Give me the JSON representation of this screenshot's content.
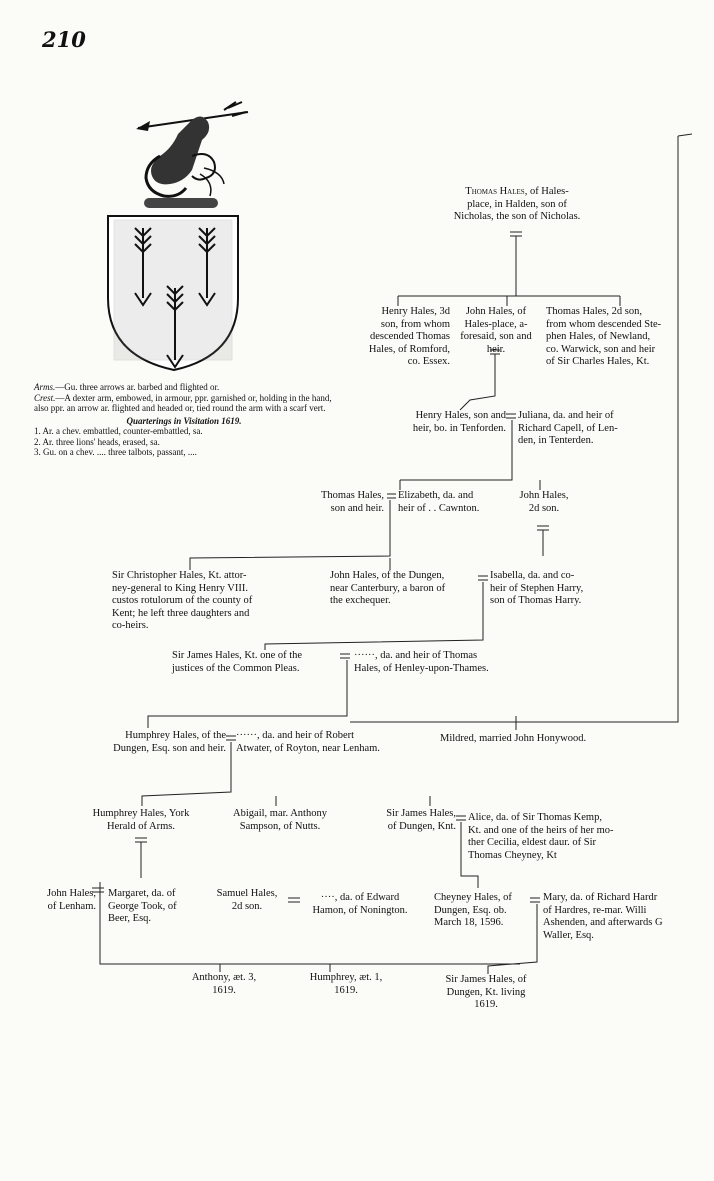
{
  "page": {
    "number": "210"
  },
  "heraldry": {
    "arms_label": "Arms.",
    "arms_text": "—Gu. three arrows ar. barbed and flighted or.",
    "crest_label": "Crest.",
    "crest_text": "—A dexter arm, embowed, in armour, ppr. garnished or, holding in the hand, also ppr. an arrow ar. flighted and headed or, tied round the arm with a scarf vert.",
    "quarterings_title": "Quarterings in Visitation 1619.",
    "quarterings": [
      "1. Ar. a chev. embattled, counter-embattled, sa.",
      "2. Ar. three lions' heads, erased, sa.",
      "3. Gu. on a chev. .... three talbots, passant, ...."
    ]
  },
  "pedigree": {
    "thomas_hales_name": "Thomas Hales",
    "thomas_hales_text": ", of Hales-\nplace, in Halden, son of\nNicholas, the son of Nicholas.",
    "henry_hales_3d": "Henry Hales, 3d\nson, from whom\ndescended Thomas\nHales, of Romford,\nco. Essex.",
    "john_hales_halesplace": "John Hales, of\nHales-place, a-\nforesaid, son and\nheir.",
    "thomas_hales_2d": "Thomas Hales, 2d son,\nfrom whom descended Ste-\nphen Hales, of Newland,\nco. Warwick, son and heir\nof Sir Charles Hales, Kt.",
    "henry_hales_tenforden": "Henry Hales, son and\nheir, bo. in Tenforden.",
    "juliana": "Juliana, da. and heir of\nRichard Capell, of Len-\nden, in Tenterden.",
    "thomas_hales_son": "Thomas Hales,\nson and heir.",
    "elizabeth": "Elizabeth, da. and\nheir of . . Cawnton.",
    "john_hales_2d": "John Hales,\n2d son.",
    "sir_christopher": "Sir Christopher Hales, Kt. attor-\nney-general to King Henry VIII.\ncustos rotulorum of the county of\nKent; he left three daughters and\nco-heirs.",
    "john_hales_dungen": "John Hales, of the Dungen,\nnear Canterbury, a baron of\nthe exchequer.",
    "isabella": "Isabella, da. and co-\nheir of Stephen Harry,\nson of Thomas Harry.",
    "sir_james_1": "Sir James Hales, Kt. one of the\njustices of the Common Pleas.",
    "hales_henley": "······, da. and heir of Thomas\nHales, of Henley-upon-Thames.",
    "humphrey_dungen": "Humphrey Hales, of the\nDungen, Esq. son and heir.",
    "atwater": "······, da. and heir of Robert\nAtwater, of Royton, near Lenham.",
    "mildred": "Mildred, married John Honywood.",
    "humphrey_york": "Humphrey Hales, York\nHerald of Arms.",
    "abigail": "Abigail, mar. Anthony\nSampson, of Nutts.",
    "sir_james_2": "Sir James Hales,\nof Dungen, Knt.",
    "alice": "Alice, da. of Sir Thomas Kemp,\nKt. and one of the heirs of her mo-\nther Cecilia, eldest daur. of Sir\nThomas Cheyney, Kt",
    "john_hales_lenham": "John Hales,\nof Lenham.",
    "margaret": "Margaret, da. of\nGeorge Took, of\nBeer, Esq.",
    "samuel": "Samuel Hales,\n2d son.",
    "hamon": "····, da. of Edward\nHamon, of Nonington.",
    "cheyney": "Cheyney Hales, of\nDungen, Esq. ob.\nMarch 18, 1596.",
    "mary": "Mary, da. of Richard Hardr\nof Hardres, re-mar. Willi\nAshenden, and afterwards G\nWaller, Esq.",
    "anthony": "Anthony, æt. 3,\n1619.",
    "humphrey_1": "Humphrey, æt. 1,\n1619.",
    "sir_james_3": "Sir James Hales, of\nDungen, Kt. living\n1619."
  }
}
